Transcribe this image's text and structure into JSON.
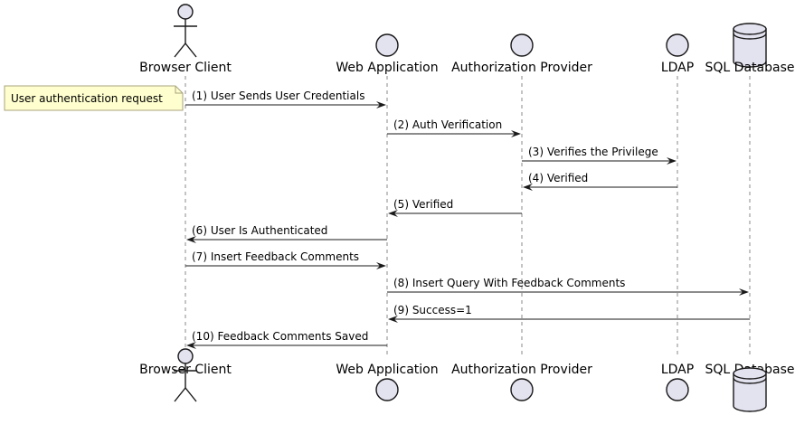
{
  "participants": [
    {
      "id": "browser",
      "label": "Browser Client",
      "kind": "actor"
    },
    {
      "id": "webapp",
      "label": "Web Application",
      "kind": "entity"
    },
    {
      "id": "authz",
      "label": "Authorization Provider",
      "kind": "entity"
    },
    {
      "id": "ldap",
      "label": "LDAP",
      "kind": "entity"
    },
    {
      "id": "sql",
      "label": "SQL Database",
      "kind": "database"
    }
  ],
  "note": {
    "attached_to": "browser",
    "text": "User authentication request"
  },
  "messages": [
    {
      "from": "browser",
      "to": "webapp",
      "label": "(1) User Sends User Credentials"
    },
    {
      "from": "webapp",
      "to": "authz",
      "label": "(2) Auth Verification"
    },
    {
      "from": "authz",
      "to": "ldap",
      "label": "(3) Verifies the Privilege"
    },
    {
      "from": "ldap",
      "to": "authz",
      "label": "(4) Verified"
    },
    {
      "from": "authz",
      "to": "webapp",
      "label": "(5) Verified"
    },
    {
      "from": "webapp",
      "to": "browser",
      "label": "(6) User Is Authenticated"
    },
    {
      "from": "browser",
      "to": "webapp",
      "label": "(7) Insert Feedback Comments"
    },
    {
      "from": "webapp",
      "to": "sql",
      "label": "(8) Insert Query With Feedback Comments"
    },
    {
      "from": "sql",
      "to": "webapp",
      "label": "(9) Success=1"
    },
    {
      "from": "webapp",
      "to": "browser",
      "label": "(10) Feedback Comments Saved"
    }
  ],
  "colors": {
    "participant_fill": "#e3e2ef",
    "participant_stroke": "#181818",
    "note_fill": "#fefece",
    "note_stroke": "#a8a37d",
    "lifeline": "#8a8a8a",
    "arrow": "#1a1a1a"
  }
}
